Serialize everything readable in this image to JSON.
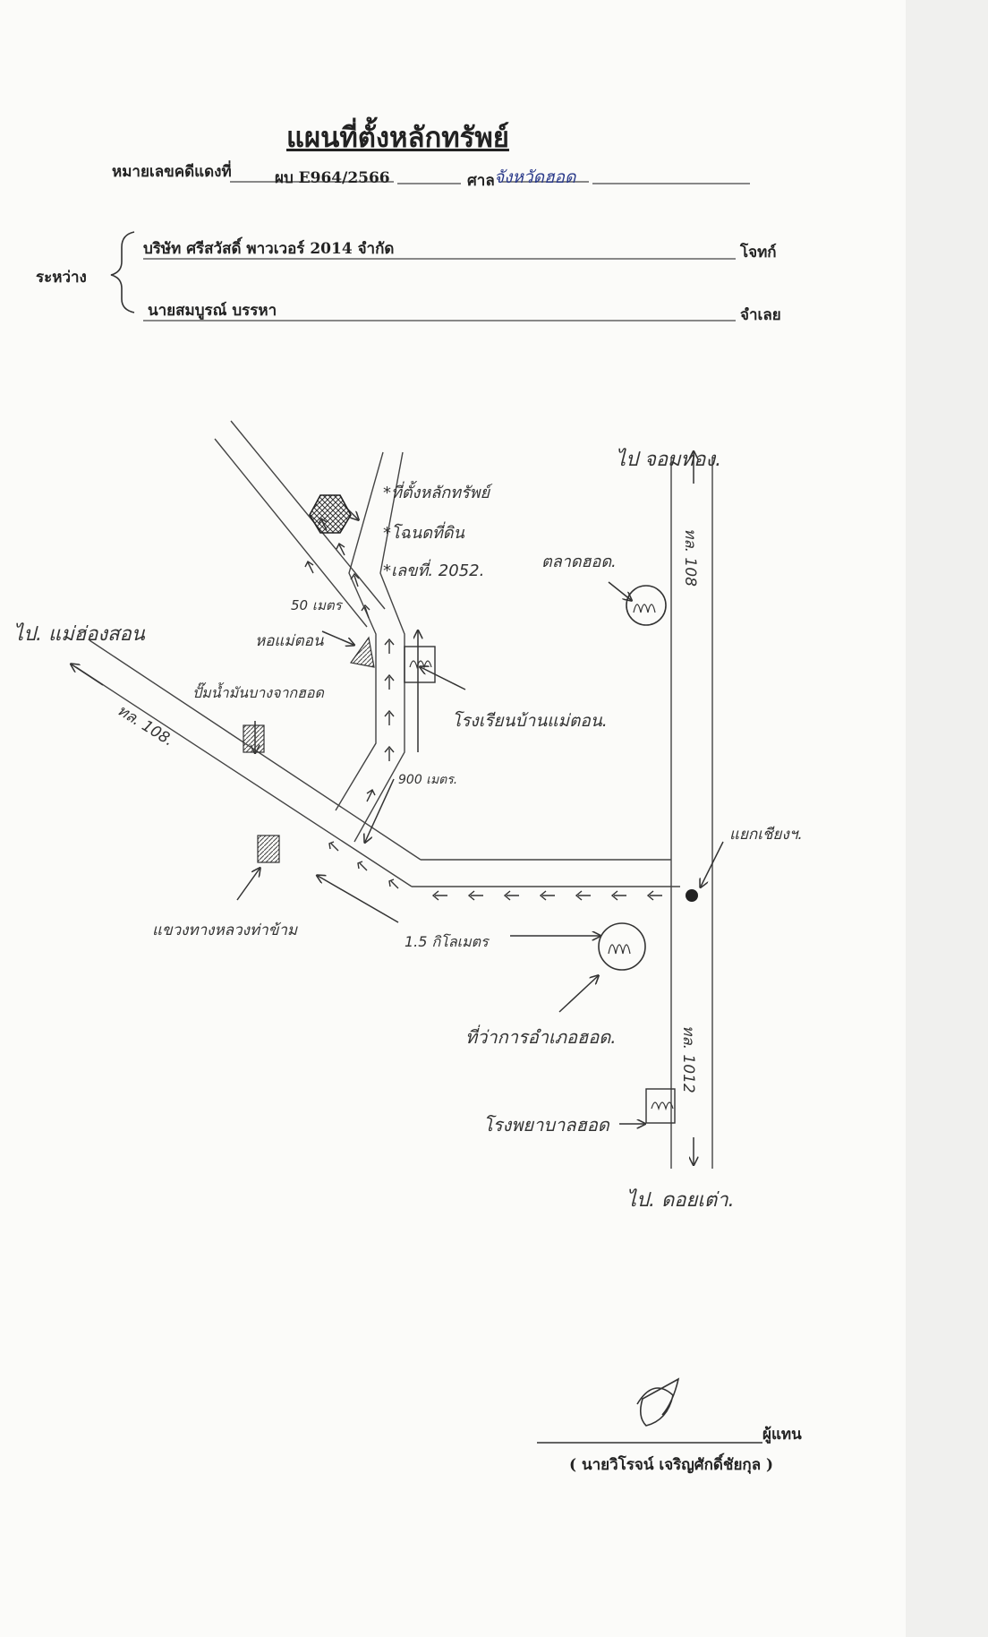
{
  "header": {
    "title": "แผนที่ตั้งหลักทรัพย์",
    "case_label": "หมายเลขคดีแดงที่",
    "case_number": "ผบ E964/2566",
    "court_label": "ศาล",
    "court_name": "จังหวัดฮอด"
  },
  "parties": {
    "between_label": "ระหว่าง",
    "plaintiff_name": "บริษัท ศรีสวัสดิ์ พาวเวอร์ 2014 จำกัด",
    "plaintiff_role": "โจทก์",
    "defendant_name": "นายสมบูรณ์ บรรหา",
    "defendant_role": "จำเลย"
  },
  "map": {
    "to_top_right": "ไป จอมทอง.",
    "to_left": "ไป. แม่ฮ่องสอน",
    "to_bottom": "ไป. ดอยเต่า.",
    "road_108_left": "ทล. 108.",
    "road_108_right": "ทล. 108",
    "road_1012": "ทล. 1012",
    "asset_note_1": "*ที่ตั้งหลักทรัพย์",
    "asset_note_2": "*โฉนดที่ดิน",
    "asset_note_3": "*เลขที่. 2052.",
    "market": "ตลาดฮอด.",
    "dist_50": "50 เมตร",
    "village_hall": "หอแม่ตอน",
    "school": "โรงเรียนบ้านแม่ตอน.",
    "dist_900": "900 เมตร.",
    "gas_station": "ปั๊มน้ำมันบางจากฮอด",
    "junction": "แยกเชียงฯ.",
    "highway_office": "แขวงทางหลวงท่าข้าม",
    "dist_15km": "1.5 กิโลเมตร",
    "district_office": "ที่ว่าการอำเภอฮอด.",
    "hospital": "โรงพยาบาลฮอด"
  },
  "signature": {
    "role": "ผู้แทน",
    "name": "( นายวิโรจน์ เจริญศักดิ์ชัยกุล )"
  }
}
